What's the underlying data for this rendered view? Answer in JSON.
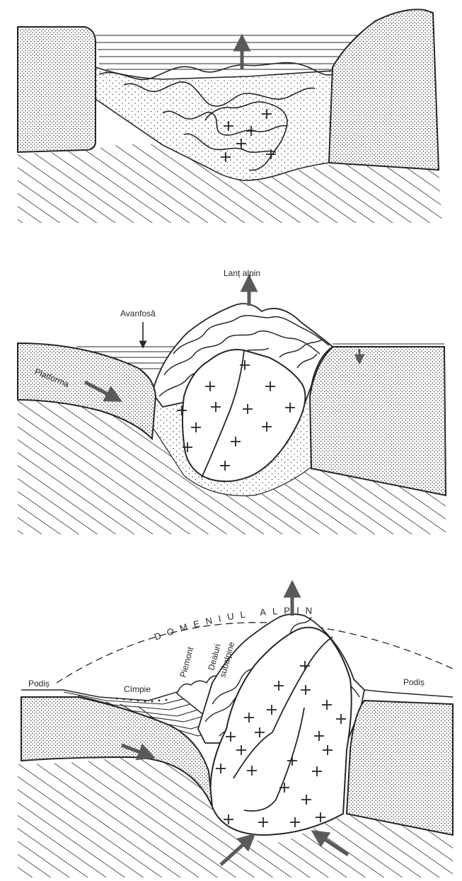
{
  "panels": [
    {
      "id": "stage-1",
      "labels": {}
    },
    {
      "id": "stage-2",
      "labels": {
        "lant_alpin": "Lanț alpin",
        "avanfosa": "Avanfosă",
        "platforma": "Platforma"
      }
    },
    {
      "id": "stage-3",
      "labels": {
        "domeniul_alpin": "DOMENIUL ALPIN",
        "podis_left": "Podiș",
        "podis_right": "Podiș",
        "cimpie": "Cîmpie",
        "piemont": "Piemont",
        "dealuri_line1": "Dealuri",
        "dealuri_line2": "subalpine"
      }
    }
  ],
  "colors": {
    "ink": "#262626",
    "arrow": "#5a5a5a",
    "dots": "#3a3a3a",
    "paper": "#ffffff"
  },
  "icons": [
    "up-arrow-icon",
    "down-arrow-icon",
    "right-arrow-icon",
    "plus-sign-icon"
  ]
}
